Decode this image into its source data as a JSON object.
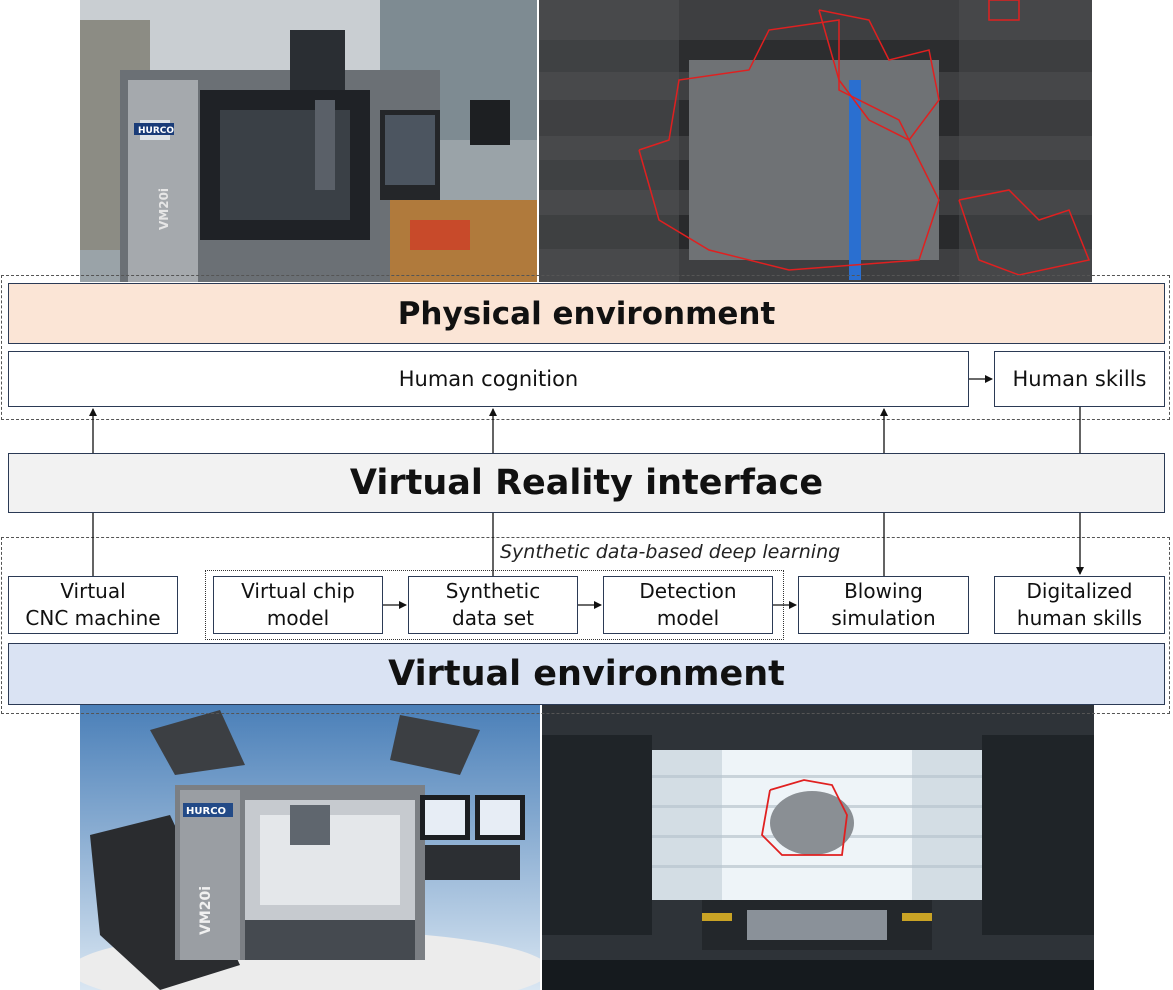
{
  "photos": {
    "top_left": {
      "kind": "photo-real-cnc-machine",
      "logo_text": "HURCO",
      "model_text": "VM20i"
    },
    "top_right": {
      "kind": "photo-machine-bed-with-chips"
    },
    "bottom_left": {
      "kind": "render-virtual-cnc-machine",
      "logo_text": "HURCO",
      "model_text": "VM20i"
    },
    "bottom_right": {
      "kind": "render-virtual-machine-bed-with-chips"
    }
  },
  "physical": {
    "title": "Physical environment",
    "human_cognition": "Human cognition",
    "human_skills": "Human skills"
  },
  "vr_interface": "Virtual Reality interface",
  "virtual": {
    "caption": "Synthetic data-based deep learning",
    "virtual_cnc": "Virtual\nCNC machine",
    "virtual_chip_model": "Virtual chip\nmodel",
    "synthetic_data_set": "Synthetic\ndata set",
    "detection_model": "Detection\nmodel",
    "blowing_simulation": "Blowing\nsimulation",
    "digitalized_human_skills": "Digitalized\nhuman skills",
    "title": "Virtual environment"
  },
  "colors": {
    "physical_band": "#fbe5d6",
    "vr_band": "#f2f2f2",
    "virtual_band": "#dae3f3",
    "border": "#2b3a55",
    "detection_outline": "#e02020"
  }
}
